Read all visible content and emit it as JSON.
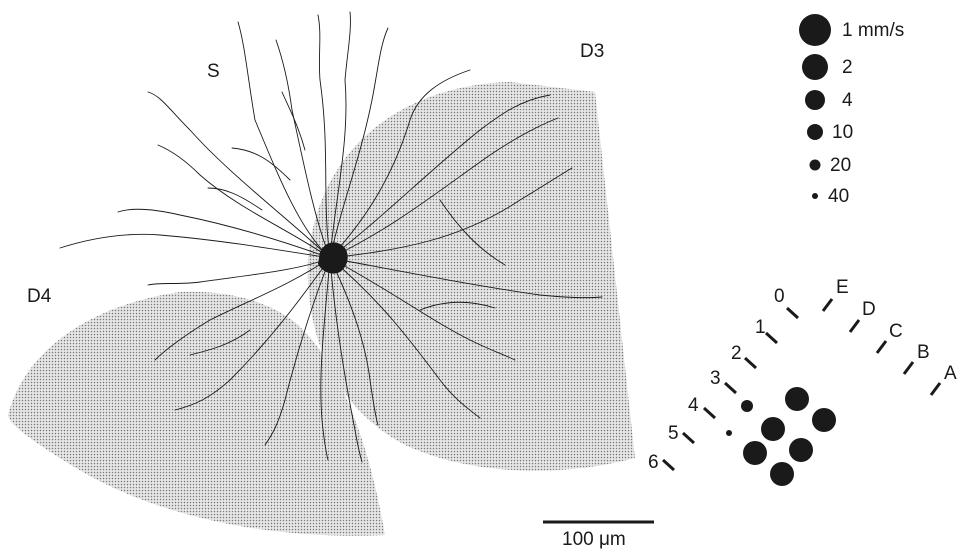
{
  "region_labels": {
    "s": "S",
    "d3": "D3",
    "d4": "D4"
  },
  "legend": {
    "items": [
      {
        "label": "1 mm/s"
      },
      {
        "label": "2"
      },
      {
        "label": "4"
      },
      {
        "label": "10"
      },
      {
        "label": "20"
      },
      {
        "label": "40"
      }
    ]
  },
  "grid": {
    "rows": [
      "0",
      "1",
      "2",
      "3",
      "4",
      "5",
      "6"
    ],
    "cols": [
      "E",
      "D",
      "C",
      "B",
      "A"
    ]
  },
  "scale_bar": {
    "label": "100 μm"
  },
  "colors": {
    "ink": "#1a1a1a",
    "stipple": "#7a7a7a"
  }
}
